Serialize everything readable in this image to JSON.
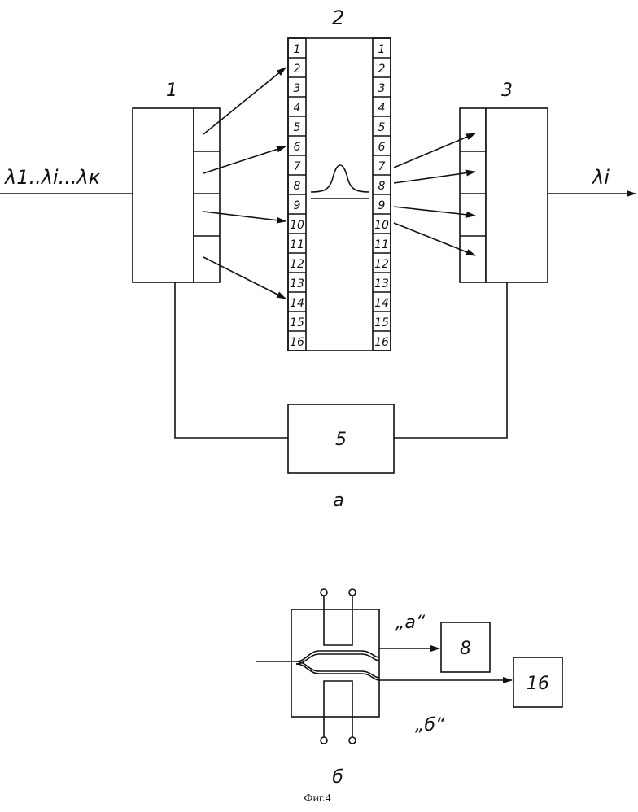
{
  "figure_a": {
    "label_block1": "1",
    "label_block2": "2",
    "label_block3": "3",
    "label_block5": "5",
    "input_label": "λ1..λi...λк",
    "output_label": "λi",
    "sublabel": "а",
    "channel_numbers": [
      "1",
      "2",
      "3",
      "4",
      "5",
      "6",
      "7",
      "8",
      "9",
      "10",
      "11",
      "12",
      "13",
      "14",
      "15",
      "16"
    ]
  },
  "figure_b": {
    "label_block8": "8",
    "label_block16": "16",
    "port_a_label": "„а“",
    "port_b_label": "„б“",
    "sublabel": "б"
  },
  "caption": "Фиг.4"
}
